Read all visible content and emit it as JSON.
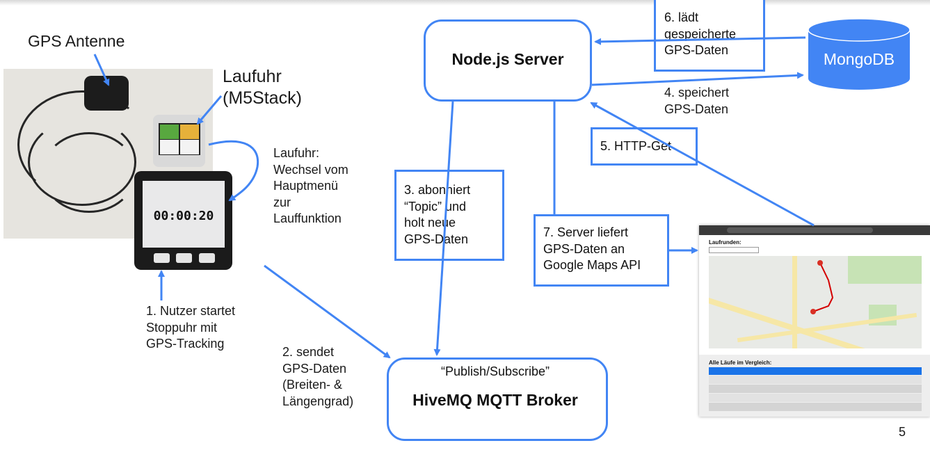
{
  "labels": {
    "gps_antenne": "GPS Antenne",
    "laufuhr": "Laufuhr\n(M5Stack)",
    "laufuhr_wechsel": "Laufuhr:\nWechsel vom\nHauptmenü\nzur\nLauffunktion",
    "step1": "1. Nutzer startet\nStoppuhr mit\nGPS-Tracking",
    "step2": "2. sendet\nGPS-Daten\n(Breiten- &\nLängengrad)",
    "step4": "4. speichert\nGPS-Daten",
    "page_number": "5"
  },
  "nodes": {
    "node_server": "Node.js Server",
    "mongodb": "MongoDB",
    "broker_caption": "“Publish/Subscribe”",
    "broker": "HiveMQ MQTT Broker"
  },
  "boxes": {
    "step3": "3. abonniert\n“Topic” und\nholt neue\nGPS-Daten",
    "step5": "5. HTTP-Get",
    "step6": "6. lädt\ngespeicherte\nGPS-Daten",
    "step7": "7. Server liefert\nGPS-Daten an\nGoogle Maps API"
  },
  "device": {
    "stopwatch_time": "00:00:20"
  },
  "screenshot": {
    "title": "Laufrunden:",
    "table_title": "Alle Läufe im Vergleich:"
  },
  "colors": {
    "accent": "#4285f4",
    "db": "#4285f4"
  }
}
